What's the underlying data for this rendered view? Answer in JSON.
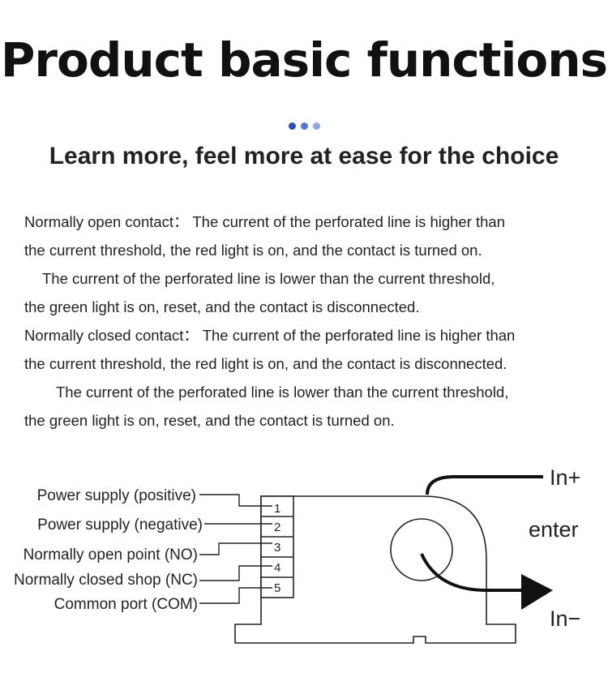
{
  "title": "Product basic functions",
  "subtitle": "Learn more, feel more at ease for the choice",
  "dot_colors": [
    "#2b4fb8",
    "#5578cc",
    "#8fa8e0"
  ],
  "paragraphs": [
    "Normally open contact： The current of the perforated line is higher than",
    "the current threshold, the red light is on, and the contact is turned on.",
    "The current of the perforated line is lower than the current threshold,",
    "the green light is on, reset, and the contact is disconnected.",
    "Normally closed contact： The current of the perforated line is higher than",
    "the current threshold, the red light is on, and the contact is disconnected.",
    "The current of the perforated line is lower than the current threshold,",
    "the green light is on, reset, and the contact is turned on."
  ],
  "diagram": {
    "terminals": [
      {
        "label": "Power supply (positive)",
        "pin": "1"
      },
      {
        "label": "Power supply (negative)",
        "pin": "2"
      },
      {
        "label": "Normally open point (NO)",
        "pin": "3"
      },
      {
        "label": "Normally closed shop (NC)",
        "pin": "4"
      },
      {
        "label": "Common port (COM)",
        "pin": "5"
      }
    ],
    "in_plus": "In+",
    "enter": "enter",
    "in_minus": "In−"
  }
}
